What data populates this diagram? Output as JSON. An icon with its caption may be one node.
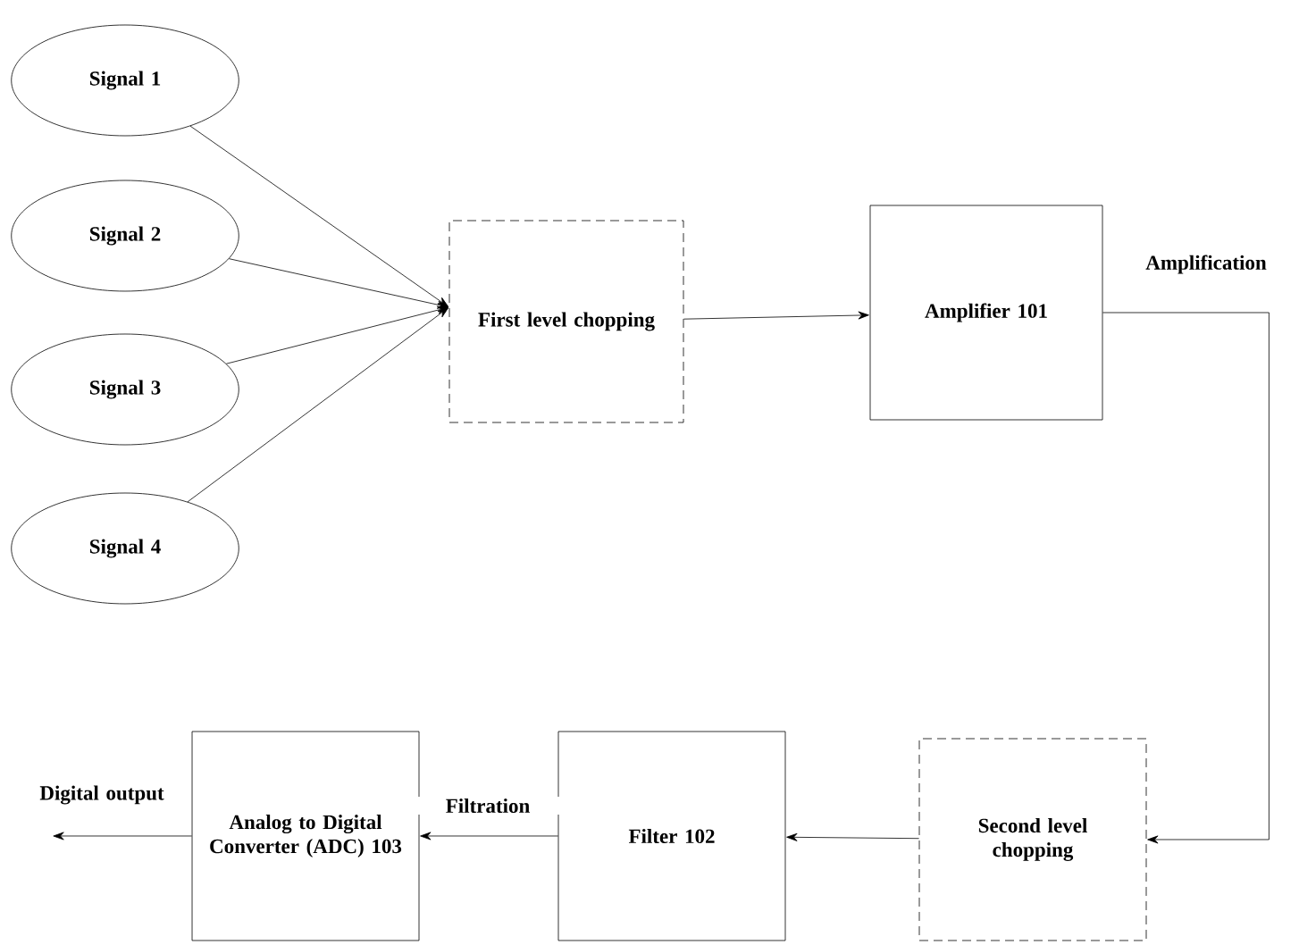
{
  "diagram": {
    "nodes": [
      {
        "text": [
          "Signal 1"
        ]
      },
      {
        "text": [
          "Signal 2"
        ]
      },
      {
        "text": [
          "Signal 3"
        ]
      },
      {
        "text": [
          "Signal 4"
        ]
      },
      {
        "text": [
          "First level chopping"
        ]
      },
      {
        "text": [
          "Amplifier 101"
        ]
      },
      {
        "text": [
          "Second level chopping"
        ]
      },
      {
        "text": [
          "Filter 102"
        ]
      },
      {
        "text": [
          "Analog to Digital Converter (ADC) 103"
        ]
      }
    ],
    "edges": [
      {
        "from": 0,
        "to": 4,
        "arrow": "to"
      },
      {
        "from": 1,
        "to": 4,
        "arrow": "to"
      },
      {
        "from": 2,
        "to": 4,
        "arrow": "to"
      },
      {
        "from": 3,
        "to": 4,
        "arrow": "to"
      },
      {
        "from": 4,
        "to": 5,
        "arrow": "to"
      },
      {
        "from": 5,
        "to": 6,
        "arrow": "to",
        "label": "Amplification"
      },
      {
        "from": 6,
        "to": 7,
        "arrow": "to"
      },
      {
        "from": 7,
        "to": 8,
        "arrow": "to",
        "label": "Filtration"
      },
      {
        "from": 8,
        "to": null,
        "arrow": "to",
        "label": "Digital output"
      }
    ]
  }
}
